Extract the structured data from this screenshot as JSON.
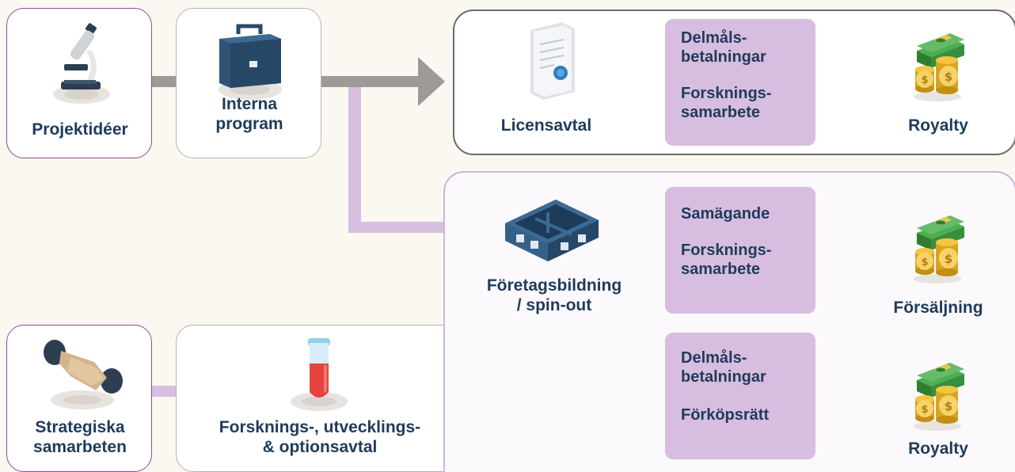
{
  "colors": {
    "navy_text": "#1f3b5a",
    "grey_connector": "#9e9a96",
    "purple_connector": "#d8bfe2",
    "purple_box": "#d7bde0",
    "card_border_purple": "#8a4f93",
    "background": "#fbf7f1"
  },
  "sources": {
    "project_ideas": {
      "label": "Projektidéer",
      "icon": "microscope-icon"
    },
    "internal_programs": {
      "label": "Interna\nprogram",
      "icon": "briefcase-icon"
    },
    "strategic_collab": {
      "label": "Strategiska\nsamarbeten",
      "icon": "handshake-icon"
    },
    "research_agreements": {
      "label": "Forsknings-, utvecklings-\n& optionsavtal",
      "icon": "test-tube-icon"
    }
  },
  "routes": {
    "license": {
      "label": "Licensavtal",
      "icon": "certificate-document-icon",
      "terms": [
        "Delmåls-\nbetalningar",
        "Forsknings-\nsamarbete"
      ],
      "outcome": "Royalty",
      "outcome_icon": "money-stack-icon"
    },
    "spinout": {
      "label": "Företagsbildning\n/ spin-out",
      "icon": "building-icon",
      "terms": [
        "Samägande",
        "Forsknings-\nsamarbete"
      ],
      "outcome": "Försäljning",
      "outcome_icon": "money-stack-icon"
    },
    "partnership": {
      "terms": [
        "Delmåls-\nbetalningar",
        "Förköpsrätt"
      ],
      "outcome": "Royalty",
      "outcome_icon": "money-stack-icon"
    }
  }
}
